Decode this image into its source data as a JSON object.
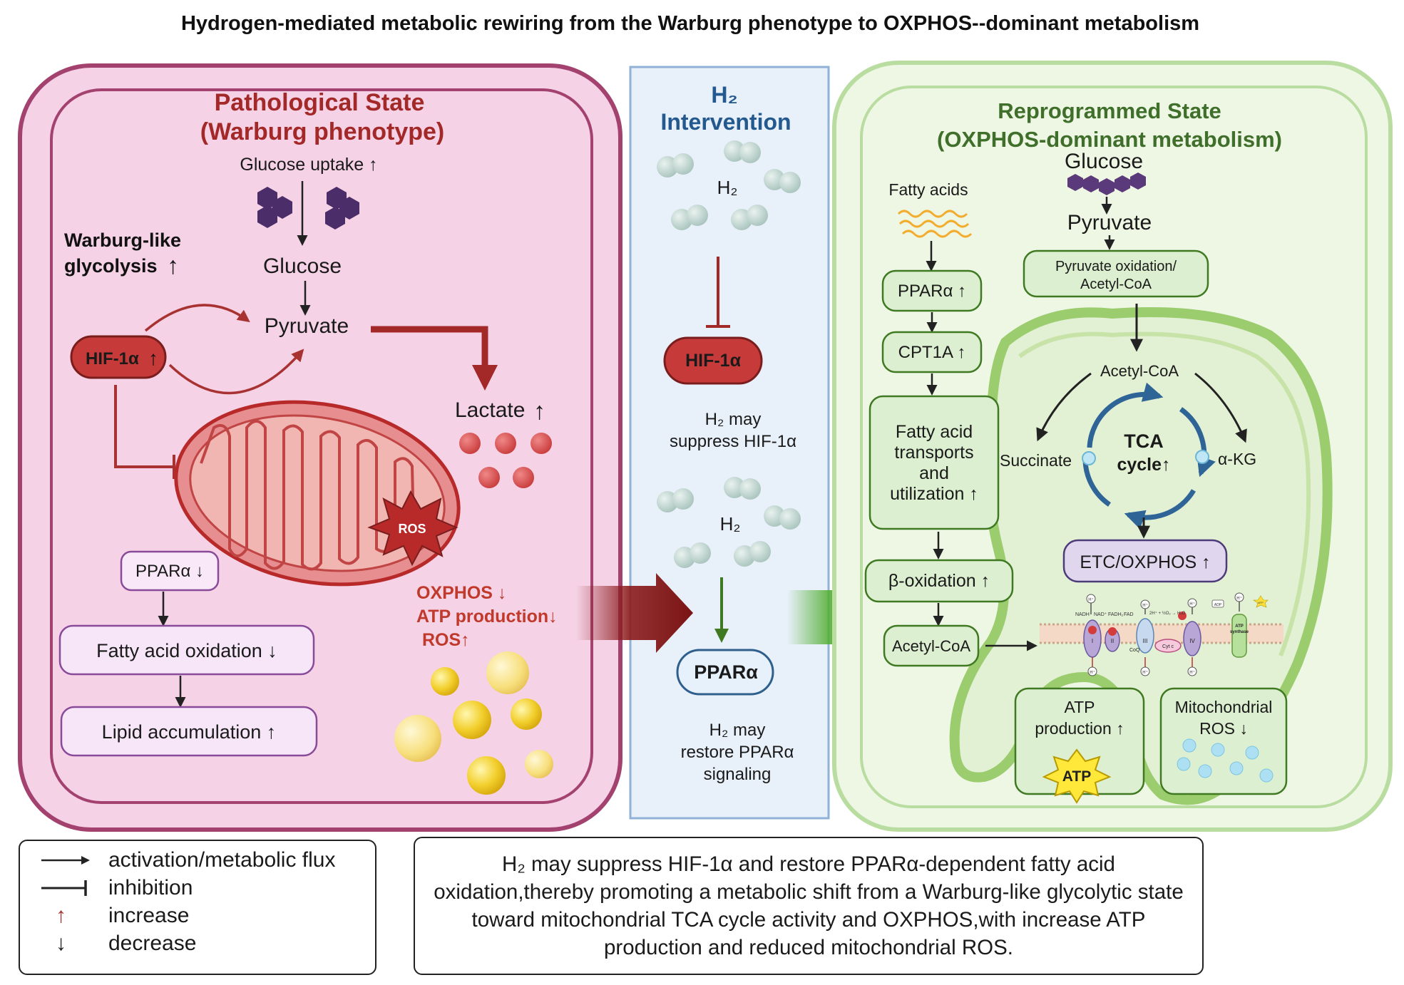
{
  "title": "Hydrogen-mediated metabolic rewiring from the Warburg phenotype to OXPHOS--dominant metabolism",
  "colors": {
    "pathological_bg": "#f6d2e6",
    "pathological_border": "#a3416f",
    "pathological_title": "#a32828",
    "intervention_bg": "#e8f0fa",
    "intervention_title": "#24598f",
    "reprogrammed_bg": "#eef7e4",
    "reprogrammed_title": "#3f6f2a",
    "red_arrow": "#8c1c1c",
    "green_arrow": "#55b036"
  },
  "pathological": {
    "title_line1": "Pathological State",
    "title_line2": "(Warburg phenotype)",
    "glucose_uptake": "Glucose uptake ↑",
    "glucose": "Glucose",
    "pyruvate": "Pyruvate",
    "warburg_line1": "Warburg-like",
    "warburg_line2": "glycolysis",
    "increase_arrow": "↑",
    "hif": "HIF-1α",
    "hif_arrow": "↑",
    "lactate": "Lactate",
    "lactate_arrow": "↑",
    "ros": "ROS",
    "ppar": "PPARα ↓",
    "fao": "Fatty acid oxidation ↓",
    "lipid": "Lipid accumulation ↑",
    "oxphos": "OXPHOS ↓",
    "atp": "ATP production↓",
    "ros_up": "ROS↑"
  },
  "intervention": {
    "title_h2": "H₂",
    "title": "Intervention",
    "h2_label_1": "H₂",
    "hif": "HIF-1α",
    "note1_line1": "H₂ may",
    "note1_line2": "suppress HIF-1α",
    "h2_label_2": "H₂",
    "ppar": "PPARα",
    "note2_line1": "H₂ may",
    "note2_line2": "restore PPARα",
    "note2_line3": "signaling"
  },
  "reprogrammed": {
    "title_line1": "Reprogrammed State",
    "title_line2": "(OXPHOS-dominant metabolism)",
    "glucose": "Glucose",
    "pyruvate": "Pyruvate",
    "pyr_ox_line1": "Pyruvate oxidation/",
    "pyr_ox_line2": "Acetyl-CoA",
    "fatty_acids": "Fatty acids",
    "ppar": "PPARα ↑",
    "cpt1a": "CPT1A ↑",
    "fa_line1": "Fatty acid",
    "fa_line2": "transports",
    "fa_line3": "and",
    "fa_line4": "utilization ↑",
    "beta_ox": "β-oxidation ↑",
    "acetyl_coa_left": "Acetyl-CoA",
    "acetyl_coa_top": "Acetyl-CoA",
    "succinate": "Succinate",
    "akg": "α-KG",
    "tca_line1": "TCA",
    "tca_line2": "cycle↑",
    "etc": "ETC/OXPHOS ↑",
    "atp_line1": "ATP",
    "atp_line2": "production ↑",
    "atp_star": "ATP",
    "mros_line1": "Mitochondrial",
    "mros_line2": "ROS ↓",
    "etc_labels": {
      "h_plus": "H⁺",
      "nadh": "NADH",
      "nad": "NAD⁺",
      "fadh2": "FADH₂",
      "fad": "FAD",
      "complex1": "I",
      "complex2": "II",
      "complex3": "III",
      "complex4": "IV",
      "coq": "CoQ",
      "cytc": "Cyt c",
      "water": "2H⁺ + ½O₂ → H₂O",
      "adp": "ADP",
      "atp": "ATP",
      "synthase_line1": "ATP",
      "synthase_line2": "synthase"
    }
  },
  "legend": {
    "activation": "activation/metabolic flux",
    "inhibition": "inhibition",
    "increase": "increase",
    "decrease": "decrease",
    "up_arrow": "↑",
    "down_arrow": "↓"
  },
  "summary": {
    "text": "H₂ may suppress HIF-1α and restore PPARα-dependent fatty acid oxidation,thereby promoting a metabolic shift from a Warburg-like glycolytic state toward mitochondrial TCA cycle activity and OXPHOS,with increase ATP production and reduced mitochondrial ROS."
  }
}
